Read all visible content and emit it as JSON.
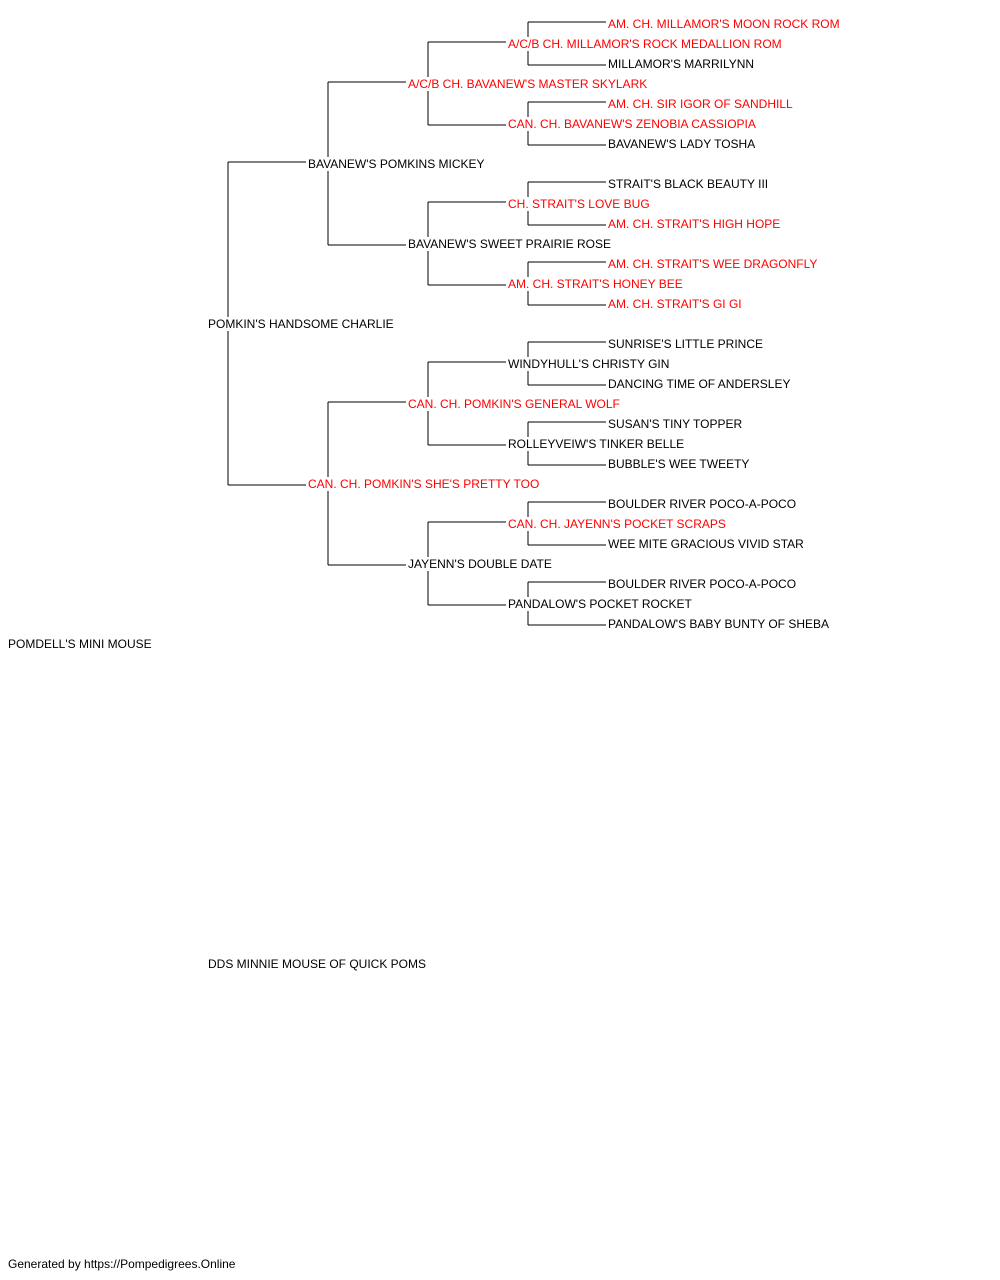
{
  "colors": {
    "champion_text": "#ff0000",
    "regular_text": "#000000",
    "connector_line": "#000000",
    "background": "#ffffff"
  },
  "pedigree": {
    "subject": "POMDELL'S MINI MOUSE",
    "sire": "POMKIN'S HANDSOME CHARLIE",
    "dam": "DDS MINNIE MOUSE OF QUICK POMS",
    "sire_sire": "BAVANEW'S POMKINS MICKEY",
    "sire_dam": "CAN. CH. POMKIN'S SHE'S PRETTY TOO",
    "sire_sire_sire": "A/C/B CH. BAVANEW'S MASTER SKYLARK",
    "sire_sire_dam": "BAVANEW'S SWEET PRAIRIE ROSE",
    "sire_dam_sire": "CAN. CH. POMKIN'S GENERAL WOLF",
    "sire_dam_dam": "JAYENN'S DOUBLE DATE",
    "g4_1": "A/C/B CH. MILLAMOR'S ROCK MEDALLION ROM",
    "g4_2": "CAN. CH. BAVANEW'S ZENOBIA CASSIOPIA",
    "g4_3": "CH. STRAIT'S LOVE BUG",
    "g4_4": "AM. CH. STRAIT'S HONEY BEE",
    "g4_5": "WINDYHULL'S CHRISTY GIN",
    "g4_6": "ROLLEYVEIW'S TINKER BELLE",
    "g4_7": "CAN. CH. JAYENN'S POCKET SCRAPS",
    "g4_8": "PANDALOW'S POCKET ROCKET",
    "g5_1": "AM. CH. MILLAMOR'S MOON ROCK ROM",
    "g5_2": "MILLAMOR'S MARRILYNN",
    "g5_3": "AM. CH. SIR IGOR OF SANDHILL",
    "g5_4": "BAVANEW'S LADY TOSHA",
    "g5_5": "STRAIT'S BLACK BEAUTY III",
    "g5_6": "AM. CH. STRAIT'S HIGH HOPE",
    "g5_7": "AM. CH. STRAIT'S WEE DRAGONFLY",
    "g5_8": "AM. CH. STRAIT'S GI GI",
    "g5_9": "SUNRISE'S LITTLE PRINCE",
    "g5_10": "DANCING TIME OF ANDERSLEY",
    "g5_11": "SUSAN'S TINY TOPPER",
    "g5_12": "BUBBLE'S WEE TWEETY",
    "g5_13": "BOULDER RIVER POCO-A-POCO",
    "g5_14": "WEE MITE GRACIOUS VIVID STAR",
    "g5_15": "BOULDER RIVER POCO-A-POCO",
    "g5_16": "PANDALOW'S BABY BUNTY OF SHEBA"
  },
  "footer": {
    "text": "Generated by https://Pompedigrees.Online"
  }
}
